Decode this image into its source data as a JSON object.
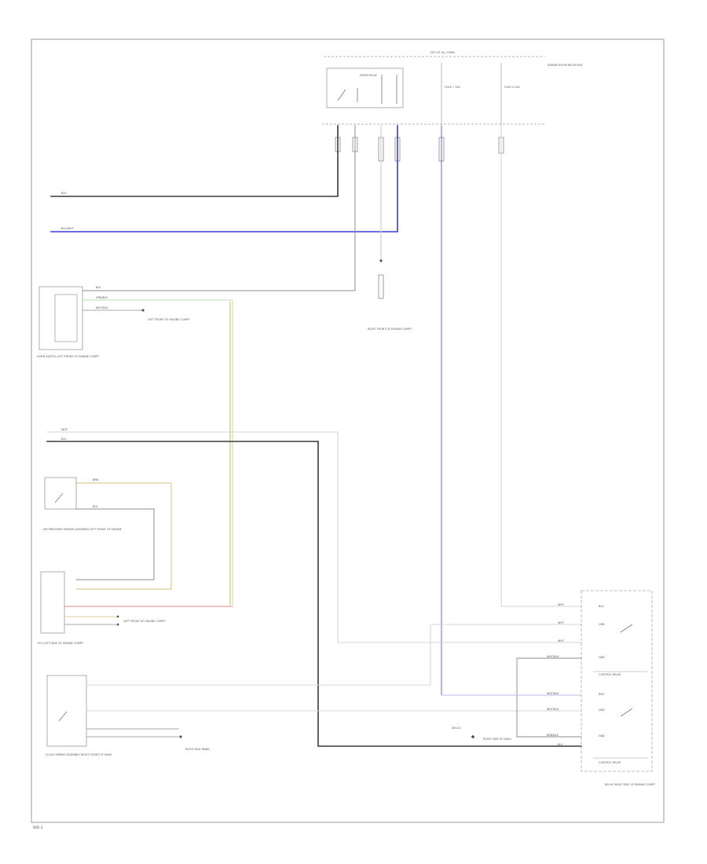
{
  "colors": {
    "wire_black": "#3a3a3a",
    "wire_white": "#d4d4d4",
    "wire_gray": "#8c8c8c",
    "wire_blue": "#3b3bd6",
    "wire_light_blue": "#b9b9ee",
    "wire_green": "#b8e0b0",
    "wire_yellow": "#d6c27a",
    "wire_orange": "#d9b04c",
    "wire_red": "#e88a8a",
    "frame": "#9a9a9a"
  },
  "labels": {
    "top_bus": "HOT AT ALL TIMES",
    "fuse_block": "ENGINE ROOM RELAY BOX",
    "relay_box": "HORN RELAY",
    "fuse_a": "FUSE 7 10A",
    "fuse_b": "FUSE 4 15A",
    "wire_1": "BLK",
    "wire_2": "BLU/WHT",
    "wire_3": "BLK",
    "wire_4": "GRN/BLK",
    "wire_5": "WHT/BLK",
    "wire_6": "WHT",
    "wire_7": "BLK",
    "wire_8": "BRN",
    "wire_9": "BLK",
    "conn_left_1": "LEFT FRONT OF ENGINE COMPT",
    "conn_left_2": "LEFT FRONT OF ENGINE COMPT",
    "ground_mid": "RIGHT FRONT OF ENGINE COMPT",
    "comp_1_title": "HORN SWITCH LEFT FRONT OF ENGINE COMPT",
    "comp_2_title": "AIR PRESSURE SENSOR ASSEMBLY LEFT FRONT OF ENGINE",
    "comp_3_title": "ECU LEFT SIDE OF ENGINE COMPT",
    "comp_4_title": "CLOCK SPRING ASSEMBLY RIGHT FRONT OF DASH",
    "comp_5_title": "RELAY RIGHT SIDE OF ENGINE COMPT",
    "ground_right": "RIGHT SIDE OF DASH",
    "ground_bottom": "RIGHT KICK PANEL",
    "splice": "SPLICE",
    "right_pin_1": "WHT",
    "right_pin_2": "WHT",
    "right_pin_3": "WHT",
    "right_pin_4": "WHT/BLK",
    "right_pin_5": "WHT/BLK",
    "right_pin_6": "WHT/BLK",
    "right_pin_7": "BRN/BLK",
    "right_pin_8": "BLK",
    "right_inner_1": "BLU",
    "right_inner_2": "GRN",
    "right_inner_3": "GND",
    "right_inner_4": "RED",
    "right_inner_5": "GND",
    "right_inner_6": "GND",
    "right_sub_1": "CONTROL RELAY",
    "right_sub_2": "CONTROL RELAY",
    "page_id": "W/D 3"
  }
}
